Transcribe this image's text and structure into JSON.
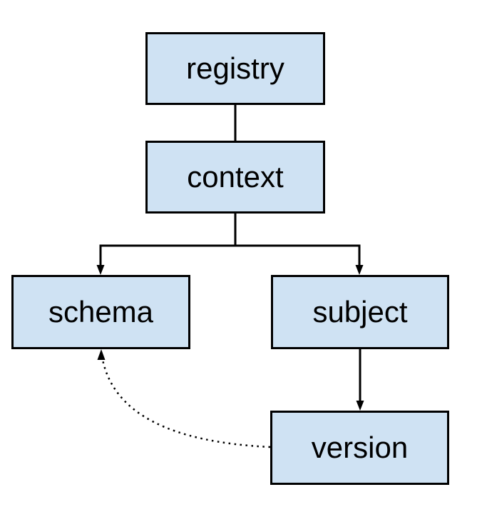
{
  "diagram": {
    "nodes": {
      "registry": {
        "label": "registry"
      },
      "context": {
        "label": "context"
      },
      "schema": {
        "label": "schema"
      },
      "subject": {
        "label": "subject"
      },
      "version": {
        "label": "version"
      }
    },
    "edges": [
      {
        "from": "registry",
        "to": "context",
        "style": "solid",
        "arrow": "none"
      },
      {
        "from": "context",
        "to": "schema",
        "style": "solid",
        "arrow": "filled-triangle"
      },
      {
        "from": "context",
        "to": "subject",
        "style": "solid",
        "arrow": "filled-triangle"
      },
      {
        "from": "subject",
        "to": "version",
        "style": "solid",
        "arrow": "filled-triangle"
      },
      {
        "from": "version",
        "to": "schema",
        "style": "dotted",
        "arrow": "filled-triangle"
      }
    ],
    "colors": {
      "node_fill": "#cfe2f3",
      "node_border": "#000000",
      "edge": "#000000",
      "text": "#000000",
      "background": "#ffffff"
    }
  }
}
